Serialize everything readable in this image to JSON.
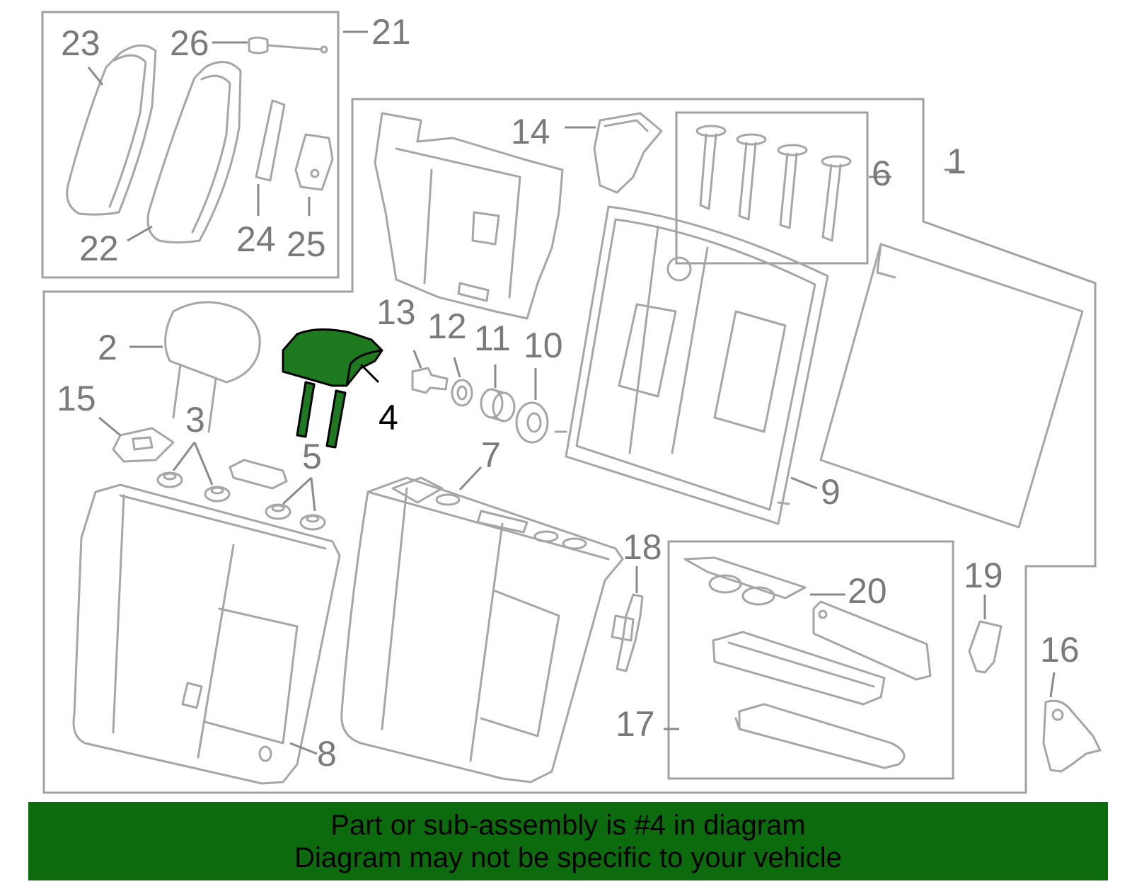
{
  "banner": {
    "line1": "Part or sub-assembly is #4 in diagram",
    "line2": "Diagram may not be specific to your vehicle"
  },
  "colors": {
    "highlight_fill": "#1e7a1e",
    "banner_bg": "#0c6b0c",
    "line_gray": "#a6a6a6",
    "label_gray": "#7a7a7a"
  },
  "highlighted_part": "4",
  "callouts": {
    "c1": "1",
    "c2": "2",
    "c3": "3",
    "c4": "4",
    "c5": "5",
    "c6": "6",
    "c7": "7",
    "c8": "8",
    "c9": "9",
    "c10": "10",
    "c11": "11",
    "c12": "12",
    "c13": "13",
    "c14": "14",
    "c15": "15",
    "c16": "16",
    "c17": "17",
    "c18": "18",
    "c19": "19",
    "c20": "20",
    "c21": "21",
    "c22": "22",
    "c23": "23",
    "c24": "24",
    "c25": "25",
    "c26": "26"
  }
}
